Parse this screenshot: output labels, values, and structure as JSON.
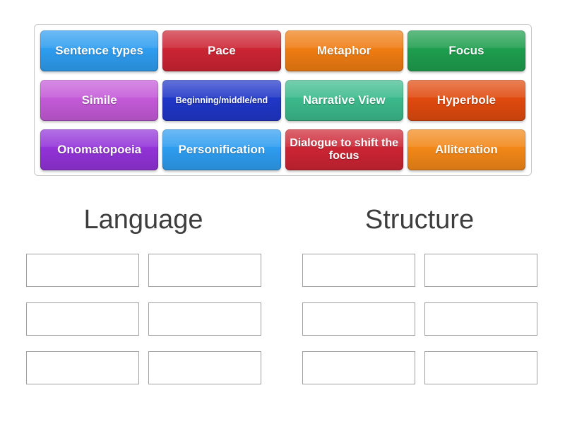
{
  "tray": {
    "tiles": [
      {
        "label": "Sentence types",
        "color": "#2e9df0"
      },
      {
        "label": "Pace",
        "color": "#cc2433"
      },
      {
        "label": "Metaphor",
        "color": "#ef7c12"
      },
      {
        "label": "Focus",
        "color": "#1e9e4e"
      },
      {
        "label": "Simile",
        "color": "#c45ad8"
      },
      {
        "label": "Beginning/middle/end",
        "color": "#2036c8"
      },
      {
        "label": "Narrative View",
        "color": "#3cba8c"
      },
      {
        "label": "Hyperbole",
        "color": "#e04a0e"
      },
      {
        "label": "Onomatopoeia",
        "color": "#9233d8"
      },
      {
        "label": "Personification",
        "color": "#2e9df0"
      },
      {
        "label": "Dialogue to shift the focus",
        "color": "#cc2433"
      },
      {
        "label": "Alliteration",
        "color": "#f28718"
      }
    ]
  },
  "groups": [
    {
      "title": "Language"
    },
    {
      "title": "Structure"
    }
  ]
}
